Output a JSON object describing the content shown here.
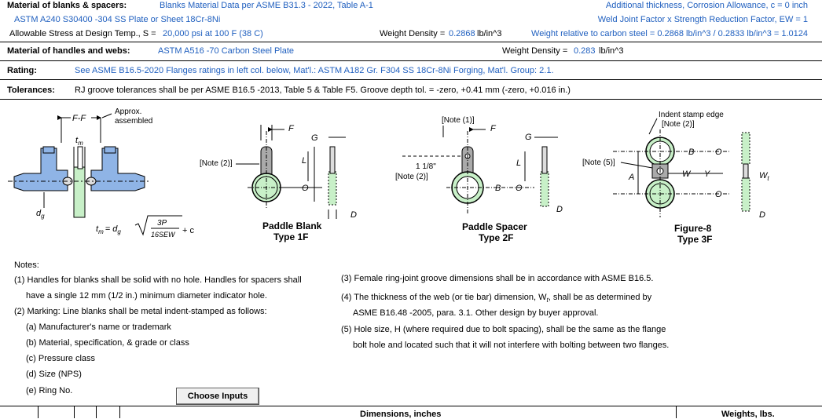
{
  "header": {
    "blanks_label": "Material of blanks & spacers:",
    "blanks_source": "Blanks Material Data per ASME B31.3 - 2022, Table A-1",
    "corrosion": "Additional thickness, Corrosion Allowance, c = 0 inch",
    "blanks_spec": "ASTM A240 S30400 -304 SS Plate or Sheet 18Cr-8Ni",
    "weld_factor": "Weld Joint Factor x Strength Reduction Factor, EW = 1",
    "stress_label": "Allowable Stress at Design Temp., S =",
    "stress_value": "20,000  psi   at 100 F (38 C)",
    "density_label": "Weight Density =",
    "density_value": "0.2868",
    "density_unit": "lb/in^3",
    "weight_relative": "Weight relative to carbon steel = 0.2868 lb/in^3 / 0.2833 lb/in^3 = 1.0124"
  },
  "handles": {
    "label": "Material of handles and webs:",
    "spec": "ASTM A516 -70 Carbon Steel Plate",
    "density_label": "Weight Density =",
    "density_value": "0.283",
    "density_unit": "lb/in^3"
  },
  "rating": {
    "label": "Rating:",
    "text": "See ASME B16.5-2020 Flanges ratings in left col. below,    Mat'l.: ASTM A182 Gr. F304 SS 18Cr-8Ni Forging,   Mat'l. Group: 2.1."
  },
  "tolerances": {
    "label": "Tolerances:",
    "text": "RJ groove tolerances shall be per ASME B16.5 -2013, Table 5 & Table F5. Groove depth tol. = -zero, +0.41 mm (-zero, +0.016 in.)"
  },
  "figures": {
    "ff_label": "F-F",
    "approx": "Approx.",
    "assembled": "assembled",
    "tm": "t",
    "tm_sub": "m",
    "dg": "d",
    "dg_sub": "g",
    "formula_lhs": "t",
    "formula_eq": "= d",
    "formula_num": "3P",
    "formula_den": "16SEW",
    "formula_plus": "+ c",
    "note2": "[Note (2)]",
    "note1": "[Note (1)]",
    "note5": "[Note (5)]",
    "dim_118": "1 1/8\"",
    "indent": "Indent stamp edge",
    "indent_note": "[Note (2)]",
    "F": "F",
    "G": "G",
    "L": "L",
    "O": "O",
    "D": "D",
    "B": "B",
    "W": "W",
    "Y": "Y",
    "A": "A",
    "Wt": "W",
    "paddle_blank": "Paddle Blank",
    "type1": "Type 1F",
    "paddle_spacer": "Paddle Spacer",
    "type2": "Type 2F",
    "fig8": "Figure-8",
    "type3": "Type 3F"
  },
  "notes": {
    "title": "Notes:",
    "left": [
      "(1) Handles for blanks shall be solid with no hole. Handles for spacers shall",
      "have a single 12 mm (1/2 in.) minimum diameter indicator hole.",
      "(2) Marking: Line blanks shall be metal indent-stamped as follows:",
      "(a)  Manufacturer's name or trademark",
      "(b)  Material, specification, & grade or class",
      "(c)  Pressure class",
      "(d)  Size (NPS)",
      "(e) Ring No."
    ],
    "right": [
      "(3) Female ring-joint groove dimensions shall be in accordance with ASME B16.5.",
      "(4) The thickness of the web (or tie bar) dimension, W",
      ", shall be as determined by",
      "ASME B16.48 -2005, para. 3.1. Other design by buyer approval.",
      "(5) Hole size, H  (where required due to bolt spacing), shall be the same as the flange",
      "bolt hole and located such that it will not interfere with bolting between two flanges."
    ],
    "wt_sub": "t"
  },
  "choose_button": "Choose Inputs",
  "table": {
    "dimensions": "Dimensions, inches",
    "weights": "Weights, lbs."
  },
  "colors": {
    "accent_blue": "#1f5fbf",
    "plate_blue": "#8fb4e6",
    "plate_green": "#c8f0c8"
  }
}
